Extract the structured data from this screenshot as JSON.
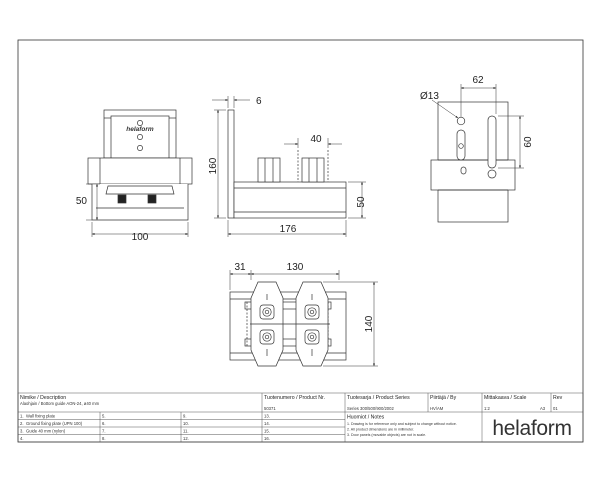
{
  "brand": {
    "logo_text": "helaform",
    "plate_text": "helaform"
  },
  "dimensions": {
    "d100": "100",
    "d50a": "50",
    "d6": "6",
    "d160": "160",
    "d40": "40",
    "d176": "176",
    "d50b": "50",
    "d62": "62",
    "dia13": "Ø13",
    "d60": "60",
    "d31": "31",
    "d130": "130",
    "d140": "140"
  },
  "title_block": {
    "name_label": "Nimike / Description",
    "name_value": "Alaohjain / Bottom guide AON-24, ø40 mm",
    "product_no_label": "Tuotenumero / Product Nr.",
    "product_no_value": "50371",
    "series_label": "Tuotesarja / Product Series",
    "series_value": "Series 300/500/900/2002",
    "drawn_by_label": "Piirtäjä / By",
    "drawn_by_value": "HV/AM",
    "scale_label": "Mittakaava / Scale",
    "scale_value": "1:2",
    "sheet_size": "A3",
    "rev_label": "Rev",
    "rev_value": "01",
    "notes_label": "Huomiot / Notes",
    "notes": [
      "1. Drawing is for reference only and subject to change without notice.",
      "2. All product dimensions are in millimeter.",
      "3. Door panels (movable objects) are not in scale."
    ],
    "parts": [
      {
        "num": "1.",
        "desc": "Wall fixing plate"
      },
      {
        "num": "2.",
        "desc": "Ground fixing plate (UPN 100)"
      },
      {
        "num": "3.",
        "desc": "Guide 40 mm (nylon)"
      },
      {
        "num": "4.",
        "desc": ""
      }
    ],
    "part_numbers": [
      "5.",
      "6.",
      "7.",
      "8.",
      "9.",
      "10.",
      "11.",
      "12.",
      "13.",
      "14.",
      "15.",
      "16."
    ]
  }
}
